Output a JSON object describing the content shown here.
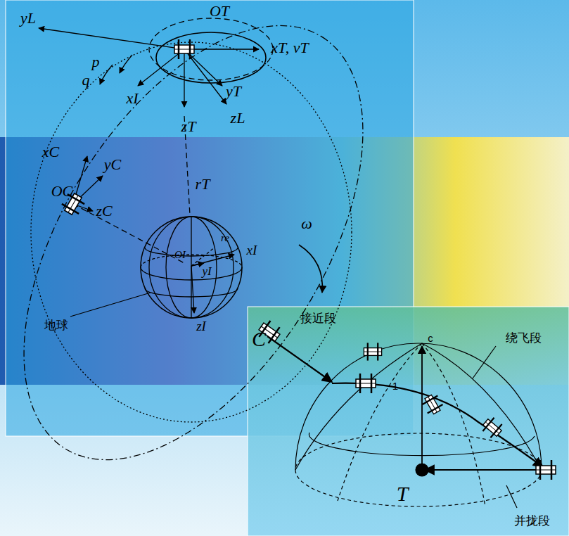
{
  "diagram": {
    "labels": [
      "yL",
      "OT",
      "xT, vT",
      "p",
      "q",
      "xI",
      "yT",
      "zT",
      "zL",
      "xC",
      "yC",
      "OC",
      "zC",
      "rT",
      "ω",
      "OI",
      "re",
      "xI",
      "yI",
      "zI",
      "地球",
      "C",
      "接近段",
      "c",
      "1",
      "绕飞段",
      "T",
      "并拢段"
    ]
  }
}
